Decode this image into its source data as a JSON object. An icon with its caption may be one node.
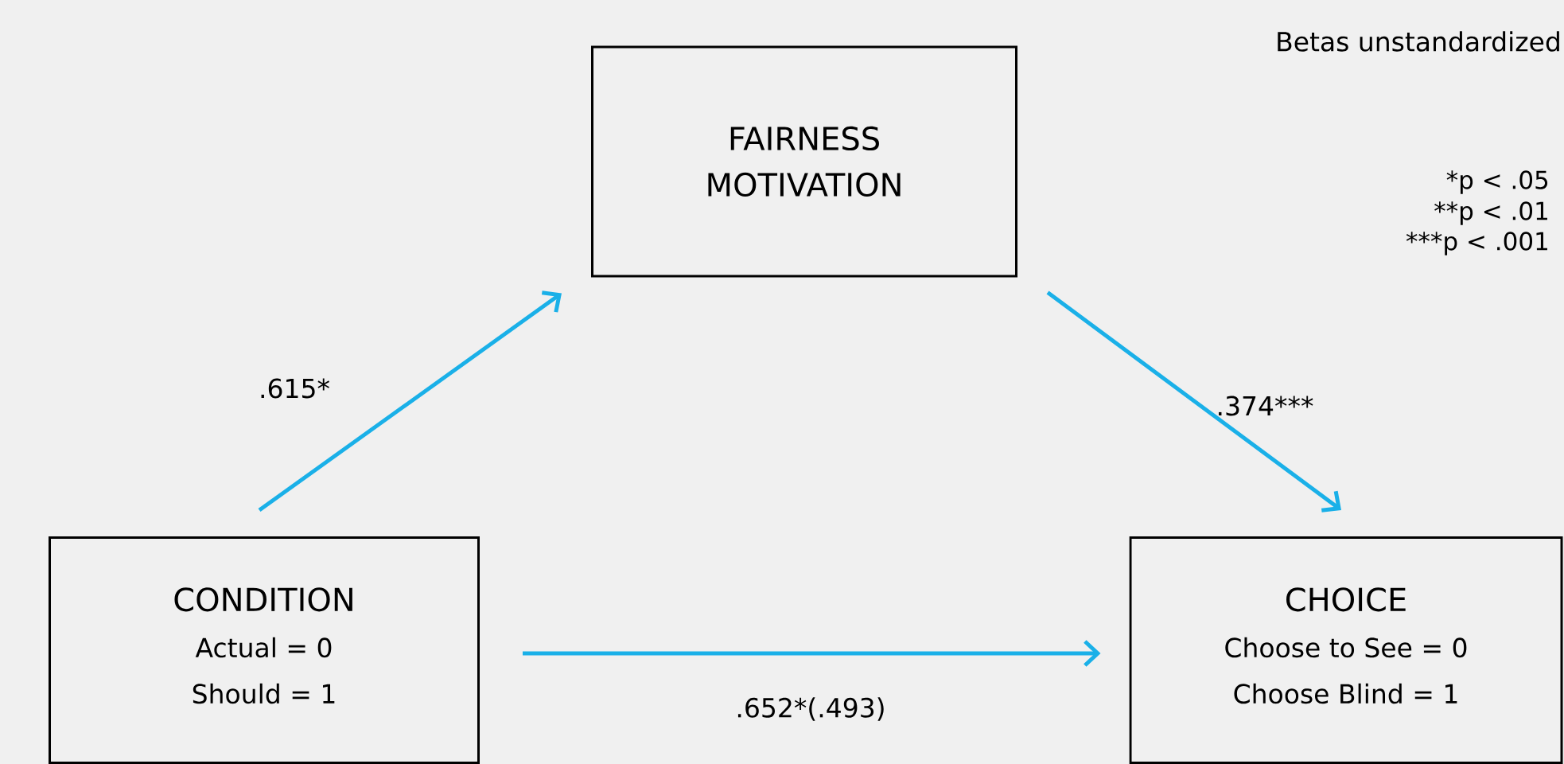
{
  "diagram": {
    "nodes": [
      {
        "text": [
          "FAIRNESS MOTIVATION"
        ]
      },
      {
        "text": [
          "CONDITION",
          "Actual = 0",
          "Should = 1"
        ]
      },
      {
        "text": [
          "CHOICE",
          "Choose to See = 0",
          "Choose Blind = 1"
        ]
      }
    ],
    "edges": [
      {
        "from": 1,
        "to": 0,
        "arrow": "to",
        "label": ".615*"
      },
      {
        "from": 0,
        "to": 2,
        "arrow": "to",
        "label": ".374***"
      },
      {
        "from": 1,
        "to": 2,
        "arrow": "to",
        "label": ".652*(.493)"
      }
    ],
    "labels": [
      "Betas unstandardized",
      "*p < .05",
      "**p < .01",
      "***p < .001"
    ]
  }
}
